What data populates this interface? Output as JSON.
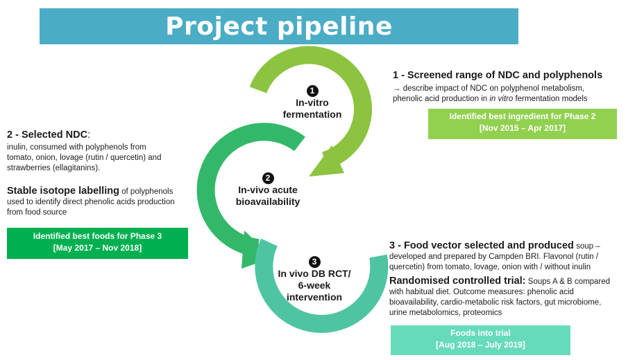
{
  "title": "Project pipeline",
  "colors": {
    "title_bar": "#4bacc6",
    "ring1": "#8cc43f",
    "ring2": "#33b86a",
    "ring3": "#4fc4a2",
    "box1": "#92d050",
    "box2": "#00b050",
    "box3": "#66dbbb"
  },
  "steps": [
    {
      "number": "1",
      "ring_label_1": "In-vitro",
      "ring_label_2": "fermentation",
      "heading": "1 - Screened range of NDC and polyphenols",
      "arrow": "→",
      "line1": "describe impact of NDC on polyphenol metabolism,",
      "line2_a": "phenolic acid production  in ",
      "line2_italic": "in vitro",
      "line2_b": " fermentation models",
      "box_line1": "Identified best ingredient for Phase 2",
      "box_line2": "[Nov 2015 – Apr 2017]"
    },
    {
      "number": "2",
      "ring_label_1": "In-vivo acute",
      "ring_label_2": "bioavailability",
      "heading": "2 - Selected NDC",
      "heading_suffix": ":",
      "body_lines": [
        "inulin, consumed with  polyphenols from",
        "tomato, onion, lovage (rutin / quercetin) and",
        "strawberries (ellagitanins)."
      ],
      "sub_heading": "Stable isotope labelling",
      "sub_inline": " of polyphenols",
      "sub_lines": [
        "used to identify direct phenolic acids production",
        "from food source"
      ],
      "box_line1": "Identified best foods for Phase 3",
      "box_line2": "[May 2017 – Nov 2018]"
    },
    {
      "number": "3",
      "ring_label_1": "In vivo DB RCT/",
      "ring_label_2": "6-week",
      "ring_label_3": "intervention",
      "heading": "3 - Food vector selected and produced",
      "heading_inline": " soup –",
      "body_lines": [
        "developed and prepared by Campden BRI. Flavonol (rutin /",
        "quercetin) from tomato, lovage, onion with / without inulin"
      ],
      "sub_heading": "Randomised controlled trial:",
      "sub_inline": " Soups A & B compared",
      "sub_lines": [
        "with habitual diet. Outcome measures: phenolic acid",
        "bioavailability, cardio-metabolic risk factors, gut microbiome,",
        "urine metabolomics, proteomics"
      ],
      "box_line1": "Foods into trial",
      "box_line2": "[Aug 2018 – July 2019]"
    }
  ]
}
